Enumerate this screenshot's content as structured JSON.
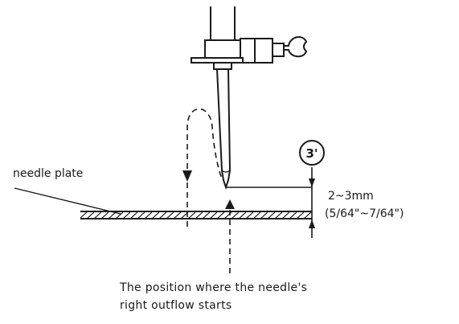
{
  "labels": {
    "needle_plate": "needle plate",
    "step_badge": "3'",
    "gap_metric": "2~3mm",
    "gap_imperial": "(5/64\"~7/64\")"
  },
  "caption": {
    "line1": "The position where the needle's",
    "line2": "right outflow starts"
  }
}
